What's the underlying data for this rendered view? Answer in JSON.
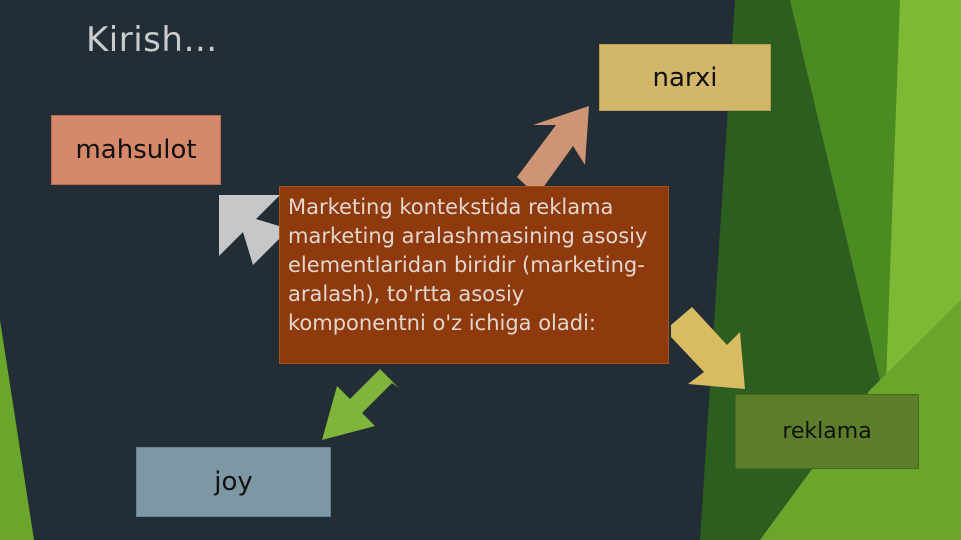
{
  "slide": {
    "title": "Kirish…",
    "center_text": "Marketing kontekstida reklama marketing aralashmasining asosiy elementlaridan biridir (marketing-aralash), to'rtta asosiy komponentni o'z ichiga oladi:"
  },
  "nodes": {
    "mahsulot": "mahsulot",
    "narxi": "narxi",
    "reklama": "reklama",
    "joy": "joy"
  },
  "colors": {
    "background": "#222d35",
    "accent_green": "#8cc63f",
    "center_box": "#8e3a0d",
    "mahsulot_box": "#d6896a",
    "narxi_box": "#d2b66a",
    "reklama_box": "#5c7e2a",
    "joy_box": "#7e97a4"
  }
}
